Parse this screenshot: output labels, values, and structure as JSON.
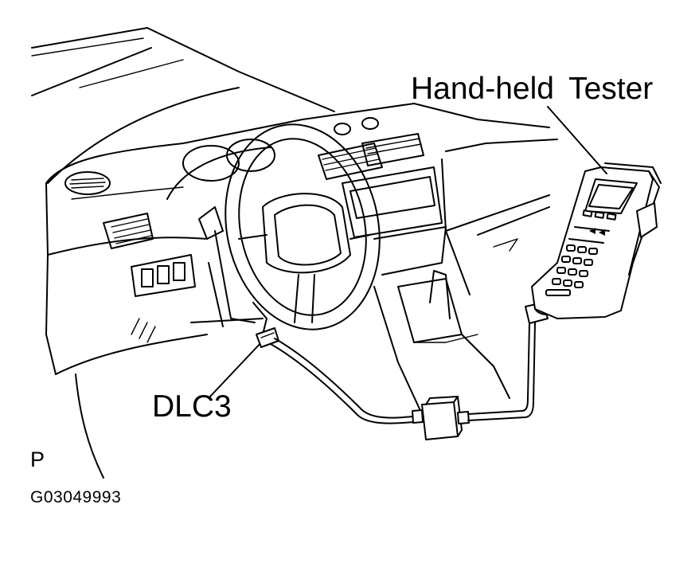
{
  "labels": {
    "tester": "Hand-held  Tester",
    "connector": "DLC3",
    "view_letter": "P",
    "figure_code": "G03049993"
  }
}
